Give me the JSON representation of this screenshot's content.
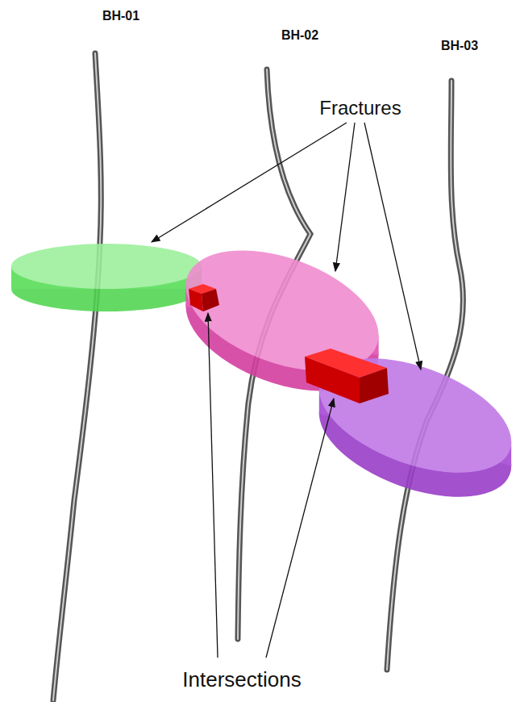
{
  "diagram": {
    "labels": [
      "BH-01",
      "BH-02",
      "BH-03",
      "Fractures",
      "Intersections"
    ]
  }
}
